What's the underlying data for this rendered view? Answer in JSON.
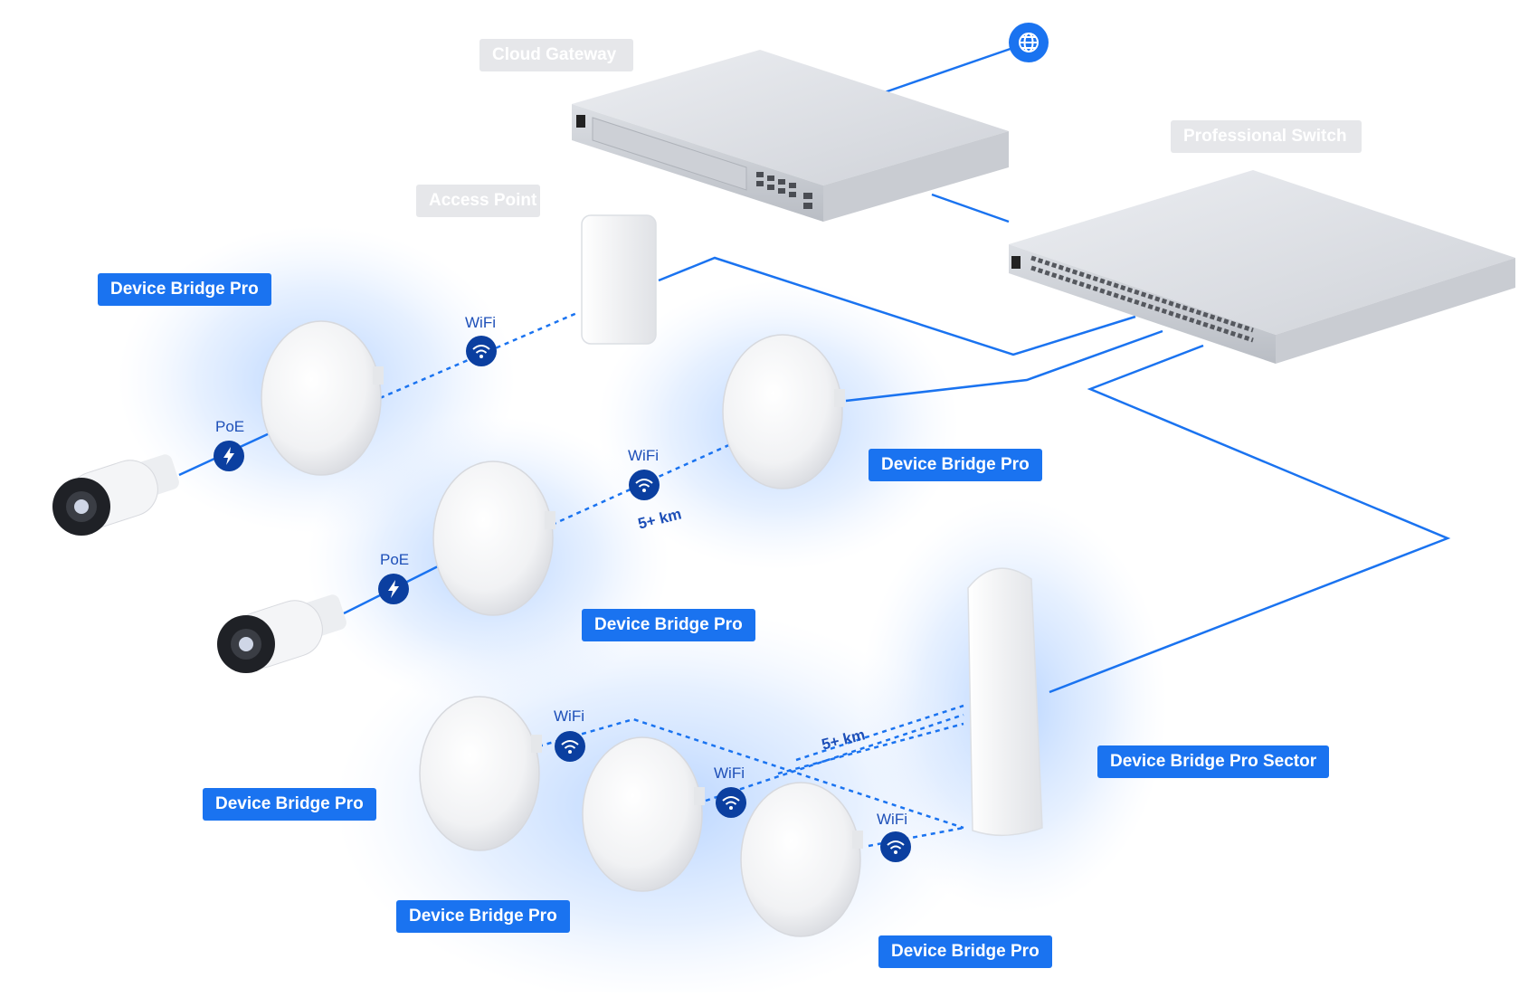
{
  "gray_labels": {
    "cloud_gateway": "Cloud Gateway",
    "professional_switch": "Professional Switch",
    "access_point": "Access Point"
  },
  "blue_labels": {
    "dbp_top_left": "Device Bridge Pro",
    "dbp_mid_right": "Device Bridge Pro",
    "dbp_mid_center": "Device Bridge Pro",
    "dbp_low_left": "Device Bridge Pro",
    "dbp_low_center": "Device Bridge Pro",
    "dbp_low_right": "Device Bridge Pro",
    "sector": "Device Bridge Pro Sector"
  },
  "link_tags": {
    "wifi": "WiFi",
    "poe": "PoE",
    "distance": "5+ km"
  },
  "icons": {
    "internet": "globe-icon",
    "wifi": "wifi-icon",
    "poe": "lightning-bolt-icon"
  },
  "colors": {
    "accent_blue": "#1a73f0",
    "link_badge": "#0b3fa0",
    "glow": "#7fb2ff",
    "gray_label": "#e6e7ea"
  }
}
